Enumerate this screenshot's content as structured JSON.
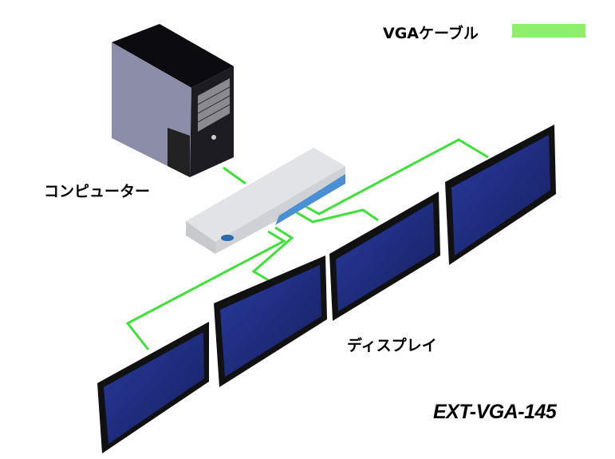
{
  "legend": {
    "label": "VGAケーブル",
    "color": "#8ef06a"
  },
  "labels": {
    "computer": "コンピューター",
    "display": "ディスプレイ",
    "model": "EXT-VGA-145"
  },
  "colors": {
    "cable": "#3fe03a",
    "splitter_body": "#d8dadd",
    "splitter_accent": "#4a8fd4",
    "screen": "#1c2a86",
    "bezel": "#1a1a1a"
  }
}
